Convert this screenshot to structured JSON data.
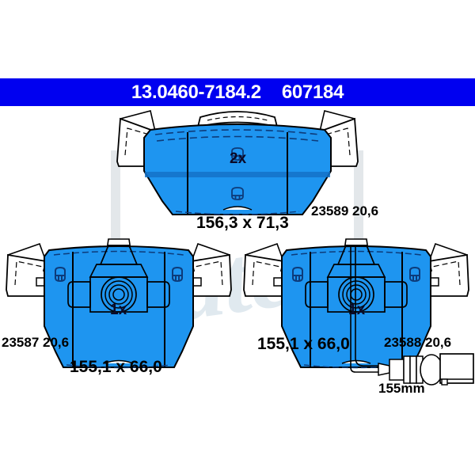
{
  "header": {
    "part_number": "13.0460-7184.2",
    "article_number": "607184",
    "background_color": "#0000f0",
    "text_color": "#ffffff"
  },
  "watermark": {
    "text": "ate",
    "registered_mark": "®",
    "color": "#dce7f0"
  },
  "colors": {
    "pad_blue": "#1e95f0",
    "pad_blue_dark": "#1472c8",
    "outline": "#000000",
    "detail_blue": "#0d3b7a",
    "shadow_grey": "#d9dde0"
  },
  "pads": [
    {
      "id": "pad-top",
      "quantity_label": "2x",
      "dimensions": "156,3 x 71,3",
      "reference": "23589 20,6",
      "width_mm": 156.3,
      "height_mm": 71.3,
      "thickness_mm": 20.6,
      "wva_number": "23589"
    },
    {
      "id": "pad-bottom-left",
      "quantity_label": "1x",
      "dimensions": "155,1 x 66,0",
      "reference": "23587 20,6",
      "width_mm": 155.1,
      "height_mm": 66.0,
      "thickness_mm": 20.6,
      "wva_number": "23587"
    },
    {
      "id": "pad-bottom-right",
      "quantity_label": "1x",
      "dimensions": "155,1 x 66,0",
      "reference": "23588 20,6",
      "width_mm": 155.1,
      "height_mm": 66.0,
      "thickness_mm": 20.6,
      "wva_number": "23588"
    }
  ],
  "wear_sensor": {
    "length_label": "155mm",
    "length_mm": 155
  }
}
